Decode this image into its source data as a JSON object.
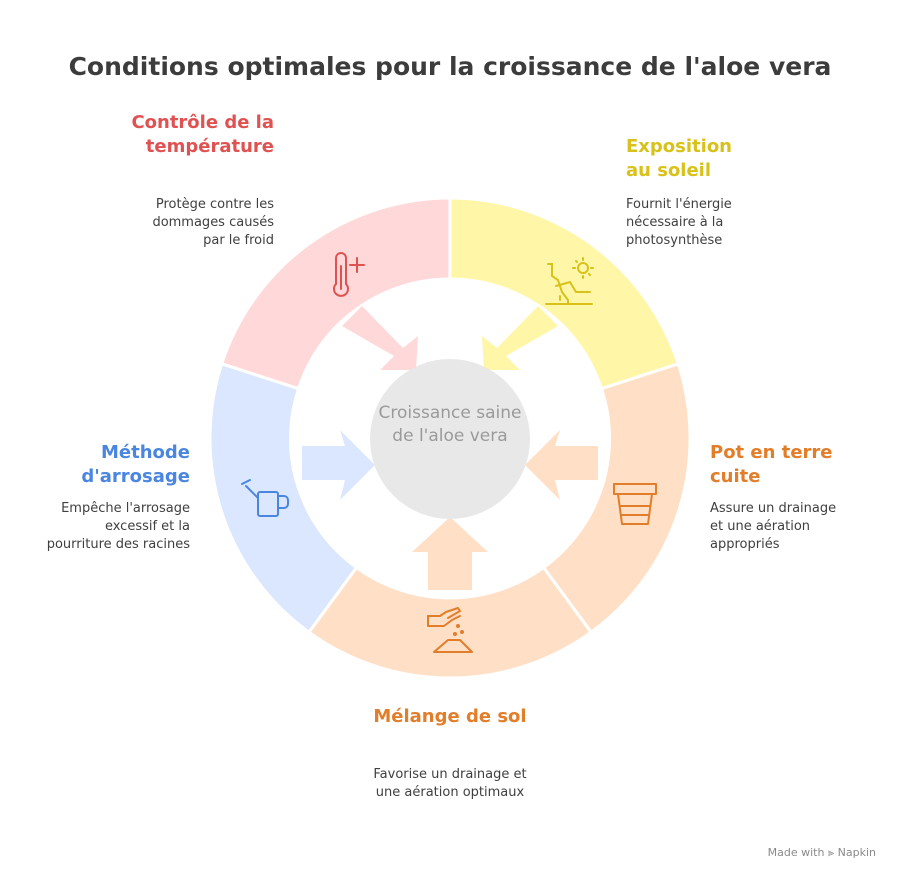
{
  "title": "Conditions optimales pour la croissance de l'aloe vera",
  "center": "Croissance saine de l'aloe vera",
  "segments": [
    {
      "id": "temperature",
      "label": "Contrôle de la température",
      "description": "Protège contre les dommages causés par le froid",
      "color": "#e05252",
      "fill": "#ffd9d9",
      "icon": "thermometer-icon"
    },
    {
      "id": "soleil",
      "label": "Exposition au soleil",
      "description": "Fournit l'énergie nécessaire à la photosynthèse",
      "color": "#d8c21a",
      "fill": "#fff6a8",
      "icon": "sun-landscape-icon"
    },
    {
      "id": "pot",
      "label": "Pot en terre cuite",
      "description": "Assure un drainage et une aération appropriés",
      "color": "#e27d2a",
      "fill": "#ffe0c7",
      "icon": "pot-icon"
    },
    {
      "id": "sol",
      "label": "Mélange de sol",
      "description": "Favorise un drainage et une aération optimaux",
      "color": "#e27d2a",
      "fill": "#ffe0c7",
      "icon": "soil-hand-icon"
    },
    {
      "id": "arrosage",
      "label": "Méthode d'arrosage",
      "description": "Empêche l'arrosage excessif et la pourriture des racines",
      "color": "#4a86e0",
      "fill": "#dbe7ff",
      "icon": "watering-can-icon"
    }
  ],
  "footer": "Made with ⫸ Napkin"
}
